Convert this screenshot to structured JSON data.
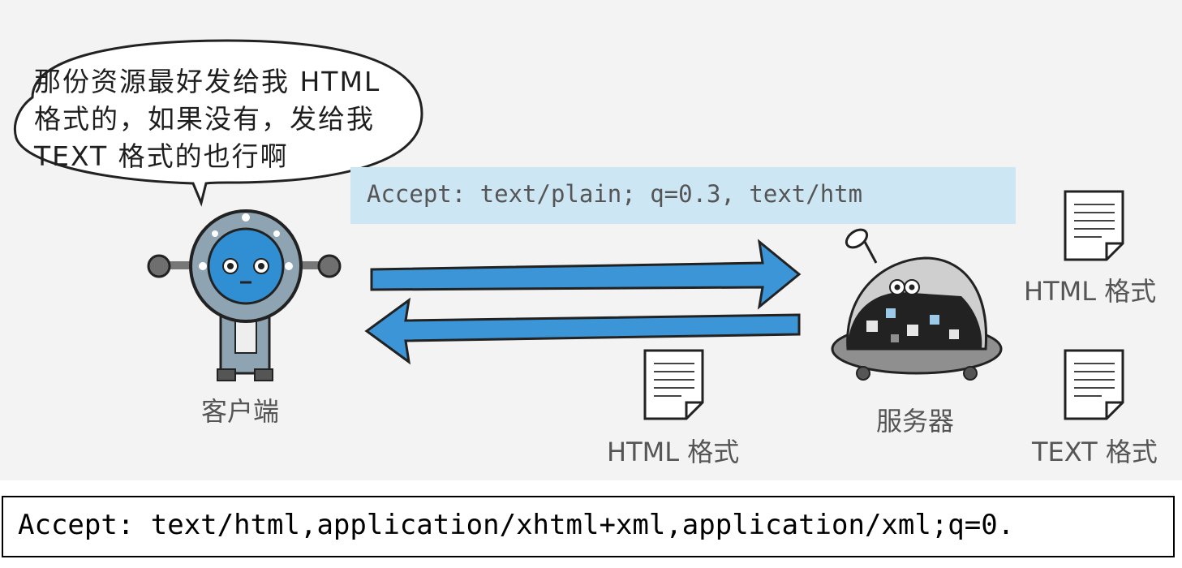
{
  "speech_bubble": {
    "lines": [
      "那份资源最好发给我 HTML",
      "格式的，如果没有，发给我",
      "TEXT 格式的也行啊"
    ]
  },
  "request_header": "Accept: text/plain; q=0.3, text/htm",
  "client_label": "客户端",
  "server_label": "服务器",
  "response_doc_label": "HTML 格式",
  "server_docs": [
    {
      "label": "HTML 格式"
    },
    {
      "label": "TEXT 格式"
    }
  ],
  "code_line": "Accept: text/html,application/xhtml+xml,application/xml;q=0.",
  "colors": {
    "arrow": "#3b95d6",
    "header_band": "#cde6f3",
    "robot_body": "#8fa4b3",
    "robot_face": "#2f8fd2"
  }
}
